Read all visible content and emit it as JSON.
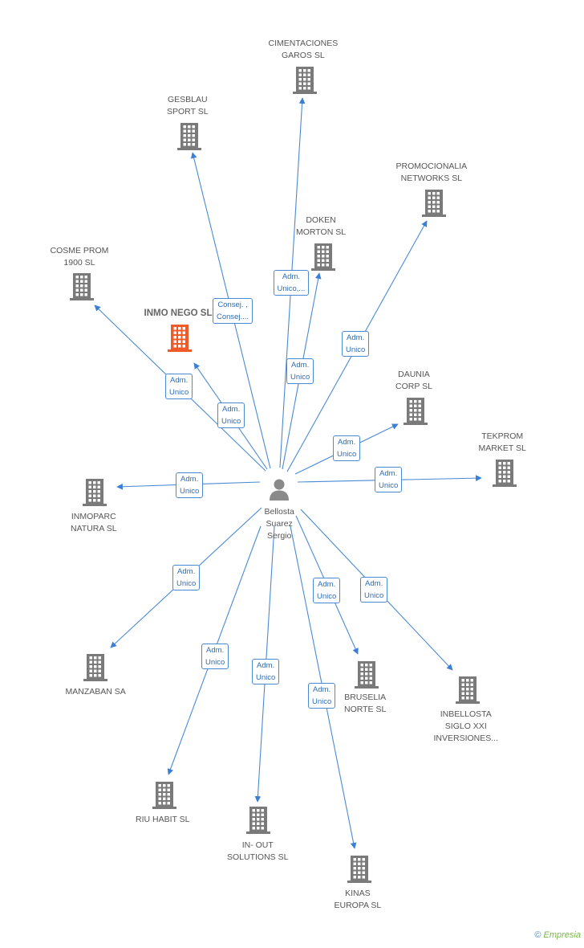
{
  "center": {
    "name_lines": [
      "Bellosta",
      "Suarez",
      "Sergio"
    ]
  },
  "companies": [
    {
      "id": "cimentaciones",
      "lines": [
        "CIMENTACIONES",
        "GAROS SL"
      ],
      "highlight": false
    },
    {
      "id": "gesblau",
      "lines": [
        "GESBLAU",
        "SPORT SL"
      ],
      "highlight": false
    },
    {
      "id": "promocionalia",
      "lines": [
        "PROMOCIONALIA",
        "NETWORKS SL"
      ],
      "highlight": false
    },
    {
      "id": "doken",
      "lines": [
        "DOKEN",
        "MORTON SL"
      ],
      "highlight": false
    },
    {
      "id": "cosme",
      "lines": [
        "COSME PROM",
        "1900 SL"
      ],
      "highlight": false
    },
    {
      "id": "inmonego",
      "lines": [
        "INMO NEGO SL"
      ],
      "highlight": true
    },
    {
      "id": "daunia",
      "lines": [
        "DAUNIA",
        "CORP SL"
      ],
      "highlight": false
    },
    {
      "id": "tekprom",
      "lines": [
        "TEKPROM",
        "MARKET SL"
      ],
      "highlight": false
    },
    {
      "id": "inmoparc",
      "lines": [
        "INMOPARC",
        "NATURA SL"
      ],
      "highlight": false
    },
    {
      "id": "manzaban",
      "lines": [
        "MANZABAN SA"
      ],
      "highlight": false
    },
    {
      "id": "bruselia",
      "lines": [
        "BRUSELIA",
        "NORTE SL"
      ],
      "highlight": false
    },
    {
      "id": "inbellosta",
      "lines": [
        "INBELLOSTA",
        "SIGLO XXI",
        "INVERSIONES..."
      ],
      "highlight": false
    },
    {
      "id": "riuhabit",
      "lines": [
        "RIU HABIT SL"
      ],
      "highlight": false
    },
    {
      "id": "inout",
      "lines": [
        "IN- OUT",
        "SOLUTIONS SL"
      ],
      "highlight": false
    },
    {
      "id": "kinas",
      "lines": [
        "KINAS",
        "EUROPA SL"
      ],
      "highlight": false
    }
  ],
  "relations": [
    {
      "target": "cimentaciones",
      "lines": [
        "Adm.",
        "Unico,..."
      ]
    },
    {
      "target": "gesblau",
      "lines": [
        "Consej. ,",
        "Consej...."
      ]
    },
    {
      "target": "promocionalia",
      "lines": [
        "Adm.",
        "Unico"
      ]
    },
    {
      "target": "doken",
      "lines": [
        "Adm.",
        "Unico"
      ]
    },
    {
      "target": "cosme",
      "lines": [
        "Adm.",
        "Unico"
      ]
    },
    {
      "target": "inmonego",
      "lines": [
        "Adm.",
        "Unico"
      ]
    },
    {
      "target": "daunia",
      "lines": [
        "Adm.",
        "Unico"
      ]
    },
    {
      "target": "tekprom",
      "lines": [
        "Adm.",
        "Unico"
      ]
    },
    {
      "target": "inmoparc",
      "lines": [
        "Adm.",
        "Unico"
      ]
    },
    {
      "target": "manzaban",
      "lines": [
        "Adm.",
        "Unico"
      ]
    },
    {
      "target": "bruselia",
      "lines": [
        "Adm.",
        "Unico"
      ]
    },
    {
      "target": "inbellosta",
      "lines": [
        "Adm.",
        "Unico"
      ]
    },
    {
      "target": "riuhabit",
      "lines": [
        "Adm.",
        "Unico"
      ]
    },
    {
      "target": "inout",
      "lines": [
        "Adm.",
        "Unico"
      ]
    },
    {
      "target": "kinas",
      "lines": [
        "Adm.",
        "Unico"
      ]
    }
  ],
  "colors": {
    "edge": "#4a8ad4",
    "building": "#7a7a7a",
    "building_highlight": "#f05a28",
    "person": "#8a8a8a"
  },
  "footer": {
    "copyright": "©",
    "brand": "Empresia"
  }
}
